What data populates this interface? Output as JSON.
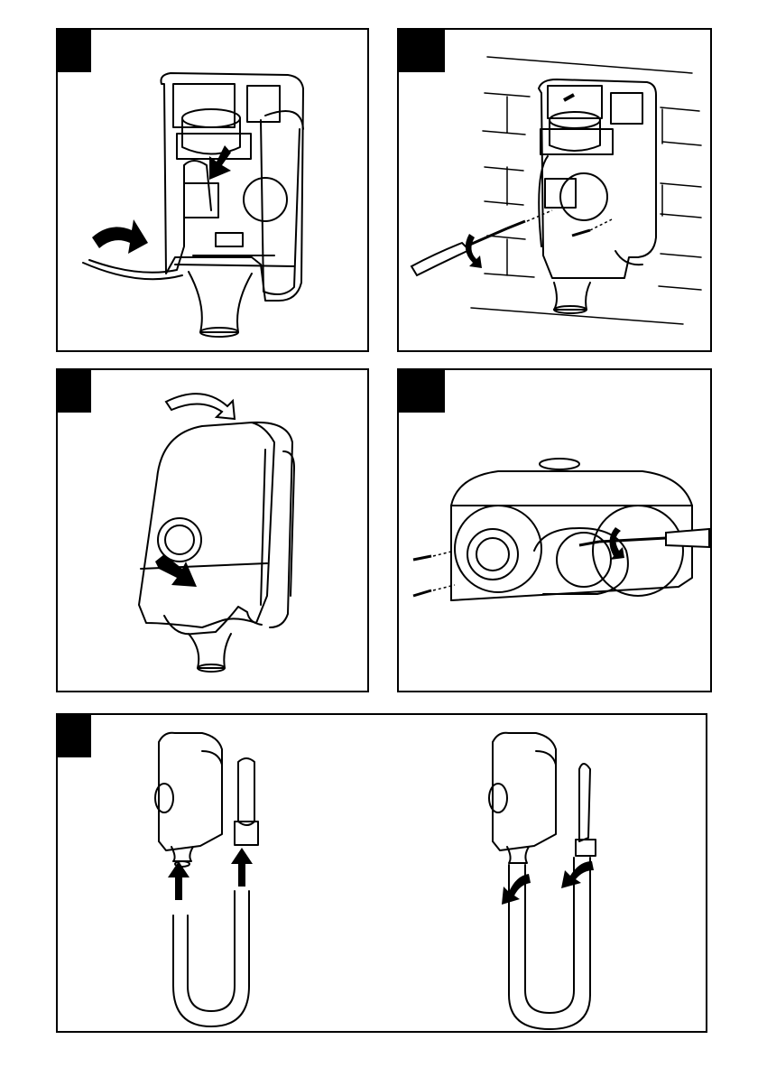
{
  "page": {
    "type": "installation-instruction-illustrations",
    "panels": [
      {
        "id": 1,
        "content": "cable-routing-into-open-unit"
      },
      {
        "id": 2,
        "content": "mounting-screws-with-screwdriver-and-wall-markers"
      },
      {
        "id": 3,
        "content": "closing-cover-onto-unit"
      },
      {
        "id": 4,
        "content": "nozzle-attachment-screws"
      },
      {
        "id": 5,
        "content": "hose-connection-push-and-twist"
      }
    ]
  },
  "colors": {
    "line": "#000000",
    "panel_tab": "#000000",
    "background": "#ffffff"
  },
  "icons": [
    "curved-arrow-icon",
    "straight-arrow-icon",
    "screwdriver-icon",
    "screw-icon",
    "twist-arrow-icon"
  ]
}
